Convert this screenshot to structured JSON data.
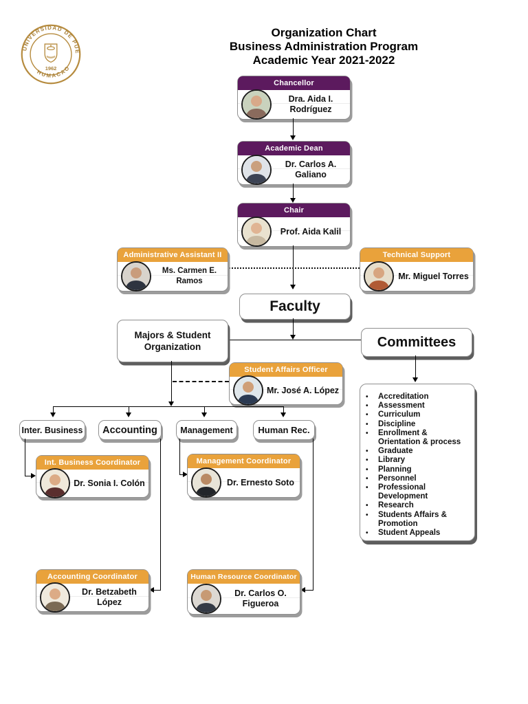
{
  "title": {
    "line1": "Organization Chart",
    "line2": "Business Administration Program",
    "line3": "Academic Year 2021-2022"
  },
  "logo": {
    "ring_top": "UNIVERSIDAD DE PUERTO RICO",
    "ring_bottom": "HUMACAO",
    "year": "1962"
  },
  "colors": {
    "header_purple": "#5C1A5E",
    "header_orange": "#E9A23B",
    "box_border": "#8f8f8f",
    "shadow_dark": "#5e5e5e",
    "shadow_light": "#9c9c9c"
  },
  "nodes": {
    "chancellor": {
      "title": "Chancellor",
      "name": "Dra. Aida I. Rodríguez"
    },
    "academic_dean": {
      "title": "Academic Dean",
      "name": "Dr. Carlos A. Galiano"
    },
    "chair": {
      "title": "Chair",
      "name": "Prof. Aida Kalil"
    },
    "admin_assistant": {
      "title": "Administrative Assistant II",
      "name": "Ms. Carmen E. Ramos"
    },
    "technical_support": {
      "title": "Technical Support",
      "name": "Mr. Miguel Torres"
    },
    "faculty": {
      "label": "Faculty"
    },
    "majors": {
      "label": "Majors & Student Organization"
    },
    "committees": {
      "label": "Committees"
    },
    "student_affairs": {
      "title": "Student Affairs Officer",
      "name": "Mr. José A. López"
    },
    "departments": [
      {
        "label": "Inter. Business"
      },
      {
        "label": "Accounting"
      },
      {
        "label": "Management"
      },
      {
        "label": "Human Rec."
      }
    ],
    "int_business_coord": {
      "title": "Int. Business Coordinator",
      "name": "Dr. Sonia I. Colón"
    },
    "management_coord": {
      "title": "Management Coordinator",
      "name": "Dr. Ernesto Soto"
    },
    "accounting_coord": {
      "title": "Accounting Coordinator",
      "name": "Dr. Betzabeth López"
    },
    "hr_coord": {
      "title": "Human Resource Coordinator",
      "name": "Dr. Carlos O. Figueroa"
    }
  },
  "committee_list": [
    "Accreditation",
    "Assessment",
    "Curriculum",
    "Discipline",
    "Enrollment  & Orientation & process",
    "Graduate",
    "Library",
    "Planning",
    "Personnel",
    "Professional Development",
    "Research",
    "Students Affairs & Promotion",
    "Student Appeals"
  ]
}
